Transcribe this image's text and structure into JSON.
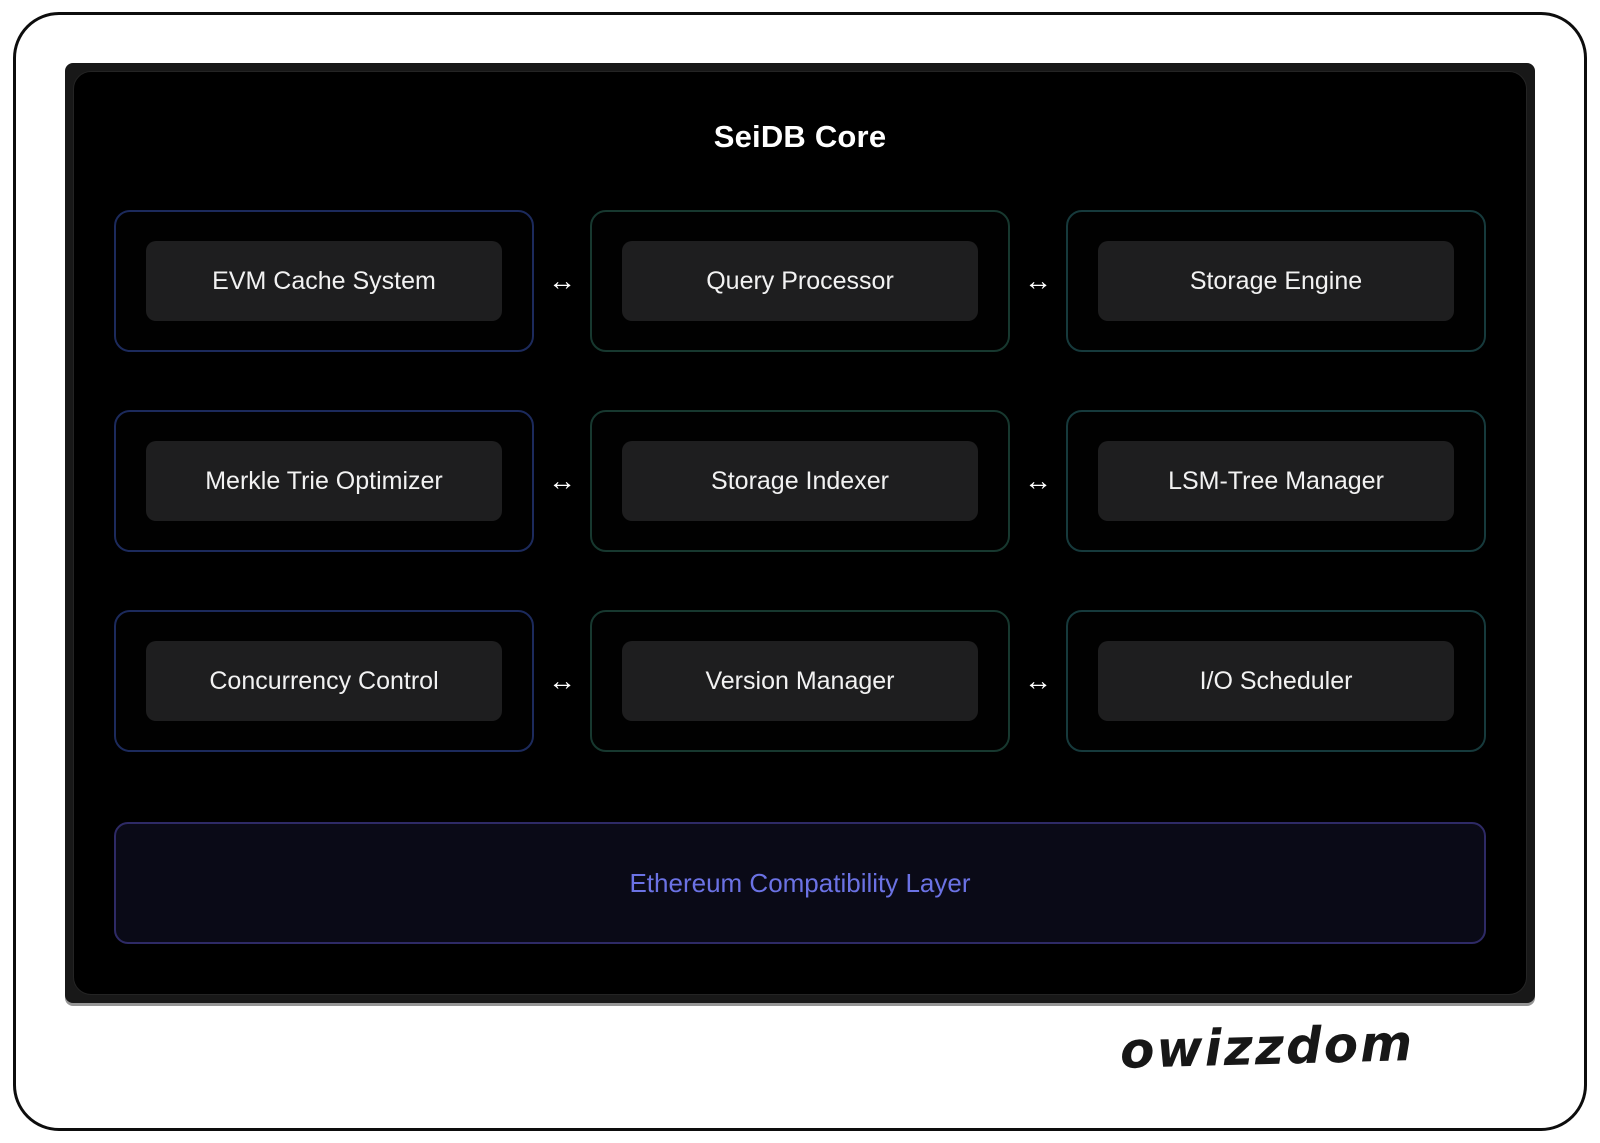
{
  "title": "SeiDB Core",
  "diagram": {
    "rows": [
      {
        "nodes": [
          {
            "label": "EVM Cache System"
          },
          {
            "label": "Query Processor"
          },
          {
            "label": "Storage Engine"
          }
        ]
      },
      {
        "nodes": [
          {
            "label": "Merkle Trie Optimizer"
          },
          {
            "label": "Storage Indexer"
          },
          {
            "label": "LSM-Tree Manager"
          }
        ]
      },
      {
        "nodes": [
          {
            "label": "Concurrency Control"
          },
          {
            "label": "Version Manager"
          },
          {
            "label": "I/O Scheduler"
          }
        ]
      }
    ],
    "connector_glyph": "↔",
    "layer": {
      "label": "Ethereum Compatibility Layer"
    },
    "colors": {
      "panel_background": "#000000",
      "panel_rim": "#181818",
      "left_column_border": "#1c2a5c",
      "middle_column_border": "#17382f",
      "right_column_border": "#163a3c",
      "node_fill": "#1e1e1f",
      "node_text": "#f2f2f2",
      "layer_border": "#2e2a66",
      "layer_fill": "#0a0a17",
      "layer_text": "#6b72e4"
    }
  },
  "watermark": "owizzdom"
}
